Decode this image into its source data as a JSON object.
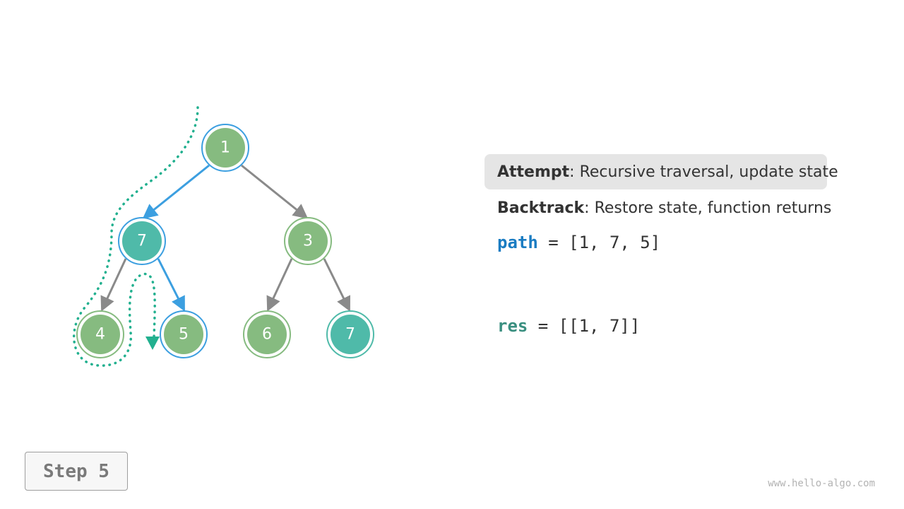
{
  "tree": {
    "nodes": [
      {
        "id": "n1",
        "label": "1",
        "state": "visited"
      },
      {
        "id": "n7a",
        "label": "7",
        "state": "target"
      },
      {
        "id": "n3",
        "label": "3",
        "state": "default"
      },
      {
        "id": "n4",
        "label": "4",
        "state": "default"
      },
      {
        "id": "n5",
        "label": "5",
        "state": "current"
      },
      {
        "id": "n6",
        "label": "6",
        "state": "default"
      },
      {
        "id": "n7b",
        "label": "7",
        "state": "target-default"
      }
    ],
    "edges": [
      {
        "from": "n1",
        "to": "n7a",
        "on_path": true
      },
      {
        "from": "n1",
        "to": "n3",
        "on_path": false
      },
      {
        "from": "n7a",
        "to": "n4",
        "on_path": false
      },
      {
        "from": "n7a",
        "to": "n5",
        "on_path": true
      },
      {
        "from": "n3",
        "to": "n6",
        "on_path": false
      },
      {
        "from": "n3",
        "to": "n7b",
        "on_path": false
      }
    ]
  },
  "legend": {
    "attempt_term": "Attempt",
    "attempt_desc": ": Recursive traversal, update state",
    "backtrack_term": "Backtrack",
    "backtrack_desc": ": Restore state, function returns"
  },
  "code": {
    "path_var": "path",
    "path_value": " = [1, 7, 5]",
    "res_var": "res",
    "res_value": " = [[1, 7]]"
  },
  "step_label": "Step 5",
  "watermark": "www.hello-algo.com",
  "colors": {
    "node_green": "#86bb80",
    "node_teal": "#4fbaa9",
    "path_blue": "#3c9fe0",
    "edge_gray": "#8a8a8a",
    "trace_teal": "#22b08f",
    "path_var": "#1a7cc2",
    "res_var": "#3a8f80"
  }
}
